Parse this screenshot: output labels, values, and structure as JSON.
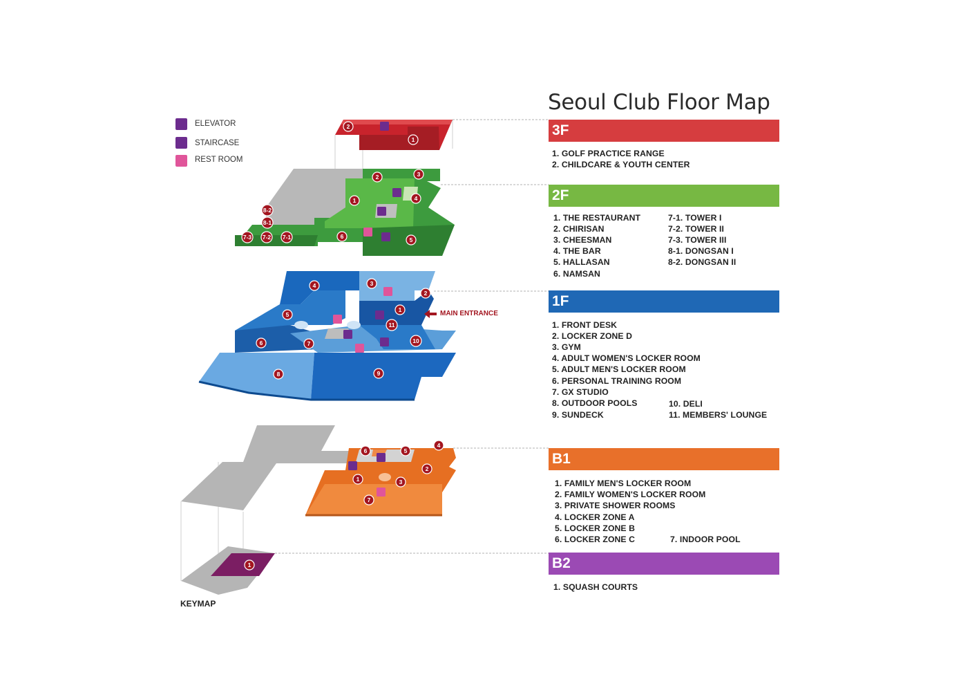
{
  "title": "Seoul Club Floor Map",
  "colors": {
    "3F": "#d63d3f",
    "2F": "#77b843",
    "1F": "#1f68b5",
    "B1": "#e8702a",
    "B2": "#9b4ab4",
    "marker": "#a31620",
    "elevator": "#6c2c8e",
    "staircase": "#6c2c8e",
    "restroom": "#e0559a"
  },
  "legend": [
    {
      "icon": "elevator-icon",
      "label": "ELEVATOR"
    },
    {
      "icon": "staircase-icon",
      "label": "STAIRCASE"
    },
    {
      "icon": "restroom-icon",
      "label": "REST ROOM"
    }
  ],
  "keymap_label": "KEYMAP",
  "main_entrance": "MAIN ENTRANCE",
  "floors": [
    {
      "label": "3F",
      "items": [
        "1.  GOLF PRACTICE RANGE",
        "2.  CHILDCARE & YOUTH CENTER"
      ]
    },
    {
      "label": "2F",
      "items_col1": [
        "1.  THE RESTAURANT",
        "2.  CHIRISAN",
        "3.  CHEESMAN",
        "4.  THE BAR",
        "5.  HALLASAN",
        "6.  NAMSAN"
      ],
      "items_col2": [
        "7-1. TOWER  I",
        "7-2. TOWER  II",
        "7-3. TOWER  III",
        "8-1. DONGSAN  I",
        "8-2. DONGSAN  II"
      ]
    },
    {
      "label": "1F",
      "items_col1": [
        "1.  FRONT DESK",
        "2.  LOCKER ZONE D",
        "3.  GYM",
        "4.  ADULT WOMEN'S LOCKER ROOM",
        "5.  ADULT MEN'S LOCKER ROOM",
        "6.  PERSONAL TRAINING ROOM",
        "7.  GX STUDIO",
        "8.  OUTDOOR POOLS",
        "9.  SUNDECK"
      ],
      "items_col2": [
        "10. DELI",
        "11. MEMBERS' LOUNGE"
      ]
    },
    {
      "label": "B1",
      "items_col1": [
        "1.  FAMILY MEN'S LOCKER ROOM",
        "2.  FAMILY WOMEN'S LOCKER ROOM",
        "3.  PRIVATE SHOWER ROOMS",
        "4.  LOCKER ZONE A",
        "5.  LOCKER ZONE B",
        "6.  LOCKER ZONE C"
      ],
      "items_col2": [
        "7.  INDOOR POOL"
      ]
    },
    {
      "label": "B2",
      "items": [
        "1.  SQUASH COURTS"
      ]
    }
  ],
  "markers": {
    "3F": [
      "2",
      "1"
    ],
    "2F": [
      "2",
      "3",
      "4",
      "1",
      "5",
      "6",
      "8-2",
      "8-1",
      "7-3",
      "7-2",
      "7-1"
    ],
    "1F": [
      "4",
      "3",
      "2",
      "5",
      "1",
      "11",
      "6",
      "7",
      "10",
      "8",
      "9"
    ],
    "B1": [
      "6",
      "5",
      "4",
      "2",
      "1",
      "3",
      "7"
    ],
    "B2": [
      "1"
    ]
  }
}
